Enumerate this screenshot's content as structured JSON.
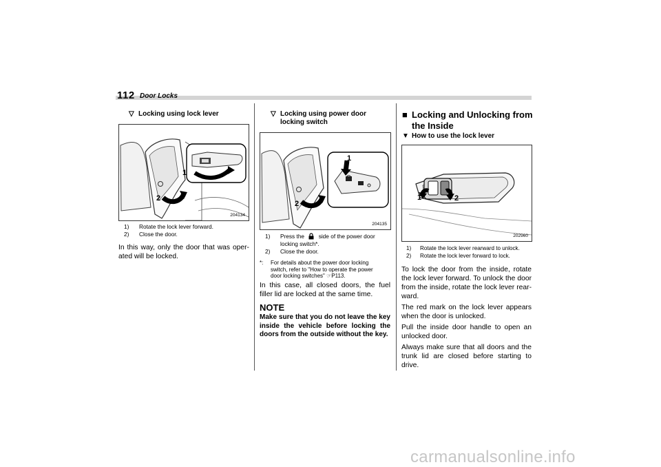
{
  "header": {
    "page_number": "112",
    "section": "Door Locks"
  },
  "col1": {
    "subheading_marker": "▽",
    "subheading": "Locking using lock lever",
    "figure": {
      "id": "204134",
      "callouts": [
        "1",
        "2"
      ]
    },
    "steps": [
      {
        "n": "1)",
        "text": "Rotate the lock lever forward."
      },
      {
        "n": "2)",
        "text": "Close the door."
      }
    ],
    "body": "In this way, only the door that was oper- ated will be locked."
  },
  "col2": {
    "subheading_marker": "▽",
    "subheading_line1": "Locking using power door",
    "subheading_line2": "locking switch",
    "figure": {
      "id": "204135",
      "callouts": [
        "1",
        "2"
      ]
    },
    "steps": [
      {
        "n": "1)",
        "pre": "Press the",
        "post": "side of the power door",
        "cont": "locking switch*."
      },
      {
        "n": "2)",
        "text": "Close the door."
      }
    ],
    "footnote": {
      "mark": "*:",
      "line1": "For details about the power door locking",
      "line2": "switch, refer to \"How to operate the power",
      "line3": "door locking switches\" ☞P113."
    },
    "body": "In this case, all closed doors, the fuel filler lid are locked at the same time.",
    "note": {
      "heading": "NOTE",
      "text": "Make sure that you do not leave the key inside the vehicle before locking the doors from the outside without the key."
    }
  },
  "col3": {
    "heading_marker": "■",
    "heading_line1": "Locking and Unlocking from",
    "heading_line2": "the Inside",
    "subheading_marker": "▼",
    "subheading": "How to use the lock lever",
    "figure": {
      "id": "202960",
      "callouts": [
        "1",
        "2"
      ]
    },
    "steps": [
      {
        "n": "1)",
        "text": "Rotate the lock lever rearward to unlock."
      },
      {
        "n": "2)",
        "text": "Rotate the lock lever forward to lock."
      }
    ],
    "paragraphs": [
      "To lock the door from the inside, rotate the lock lever forward. To unlock the door from the inside, rotate the lock lever rear- ward.",
      "The red mark on the lock lever appears when the door is unlocked.",
      "Pull the inside door handle to open an unlocked door.",
      "Always make sure that all doors and the trunk lid are closed before starting to drive."
    ]
  },
  "watermark": "carmanualsonline.info"
}
